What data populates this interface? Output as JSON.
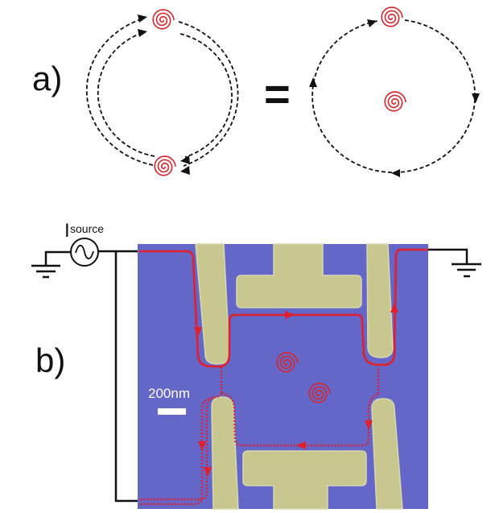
{
  "panel_a": {
    "label": "a)",
    "equals": "="
  },
  "panel_b": {
    "label": "b)",
    "source_symbol": "I",
    "source_subscript": "source",
    "scale_bar_label": "200nm"
  },
  "colors": {
    "substrate": "#6466c8",
    "gate": "#c9c790",
    "edge_current": "#e0202a",
    "vortex": "#d8262b"
  }
}
